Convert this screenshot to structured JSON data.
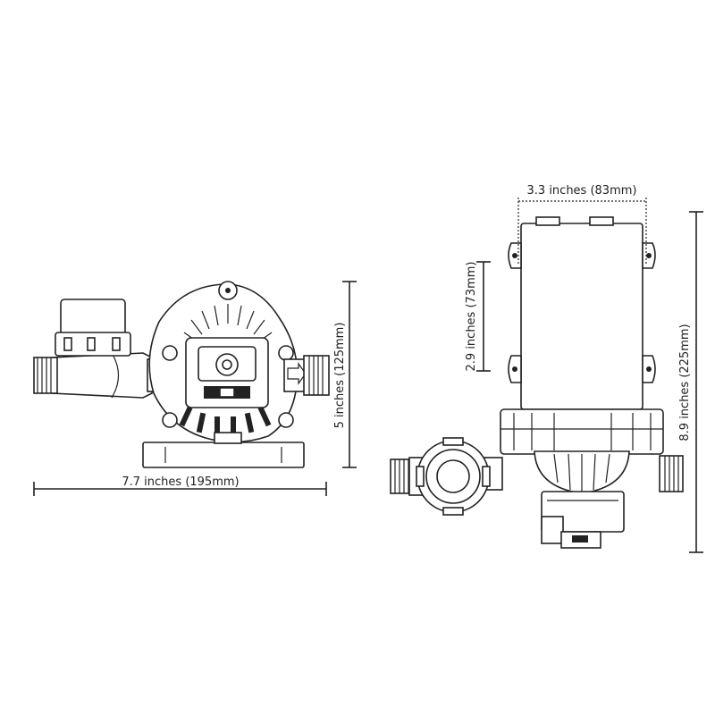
{
  "dimensions": {
    "width": "7.7 inches (195mm)",
    "height": "5 inches (125mm)",
    "depth": "3.3 inches (83mm)",
    "motor_height": "2.9 inches (73mm)",
    "total_height": "8.9 inches (225mm)"
  },
  "colors": {
    "line": "#222222",
    "background": "#ffffff"
  }
}
